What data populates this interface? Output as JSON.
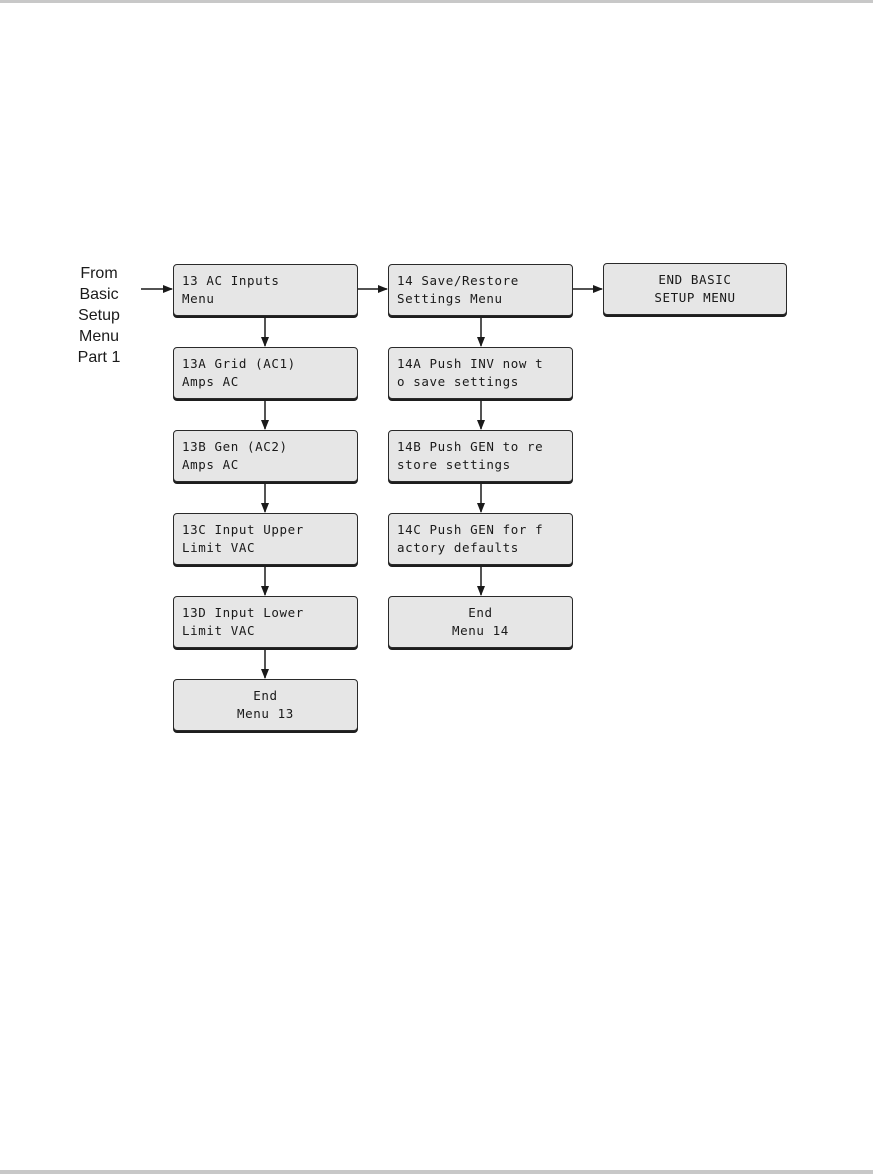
{
  "entry_label": [
    "From",
    "Basic",
    "Setup",
    "Menu",
    "Part 1"
  ],
  "menu13": {
    "header": [
      "13 AC Inputs",
      "Menu"
    ],
    "items": [
      [
        "13A Grid (AC1)",
        "Amps AC"
      ],
      [
        "13B Gen (AC2)",
        "Amps AC"
      ],
      [
        "13C Input Upper",
        "Limit VAC"
      ],
      [
        "13D Input Lower",
        "Limit VAC"
      ]
    ],
    "end": [
      "End",
      "Menu 13"
    ]
  },
  "menu14": {
    "header": [
      "14 Save/Restore",
      "Settings Menu"
    ],
    "items": [
      [
        "14A Push INV now t",
        "o save settings"
      ],
      [
        "14B Push GEN to re",
        "store settings"
      ],
      [
        "14C Push GEN for f",
        "actory defaults"
      ]
    ],
    "end": [
      "End",
      "Menu 14"
    ]
  },
  "end_basic": [
    "END BASIC",
    "SETUP MENU"
  ]
}
